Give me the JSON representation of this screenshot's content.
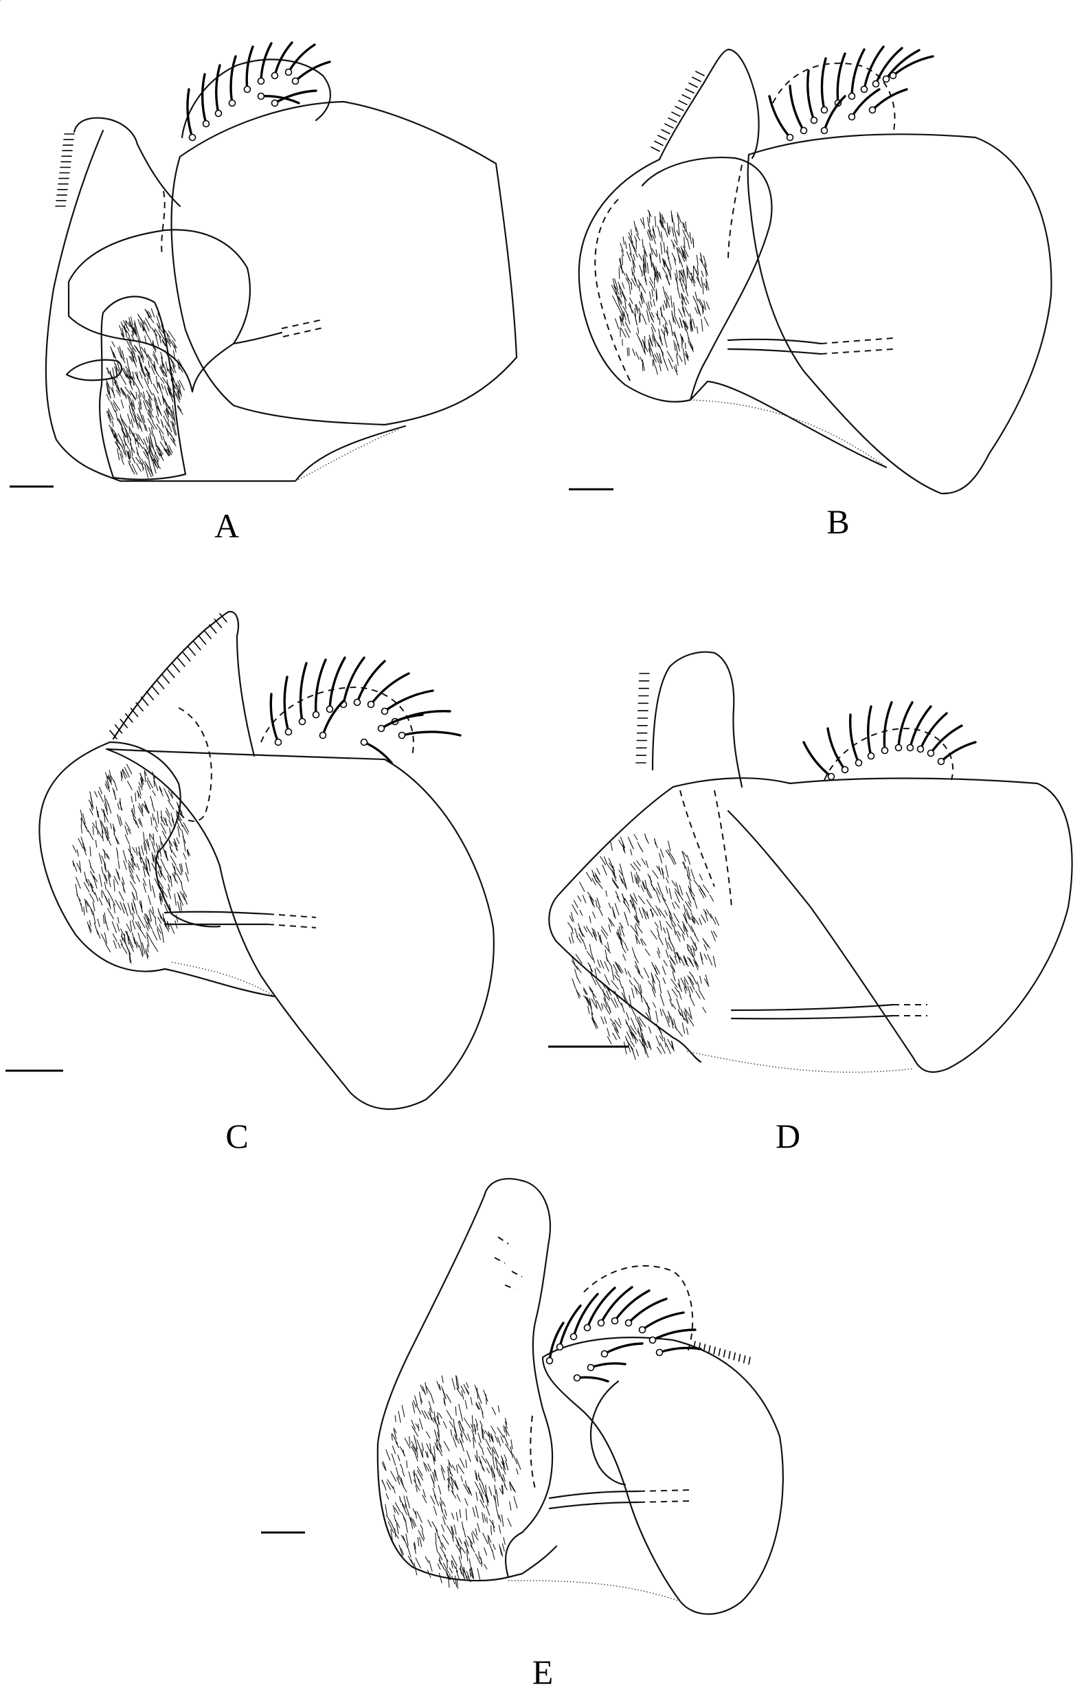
{
  "figure": {
    "panels": [
      {
        "id": "A",
        "label": "A"
      },
      {
        "id": "B",
        "label": "B"
      },
      {
        "id": "C",
        "label": "C"
      },
      {
        "id": "D",
        "label": "D"
      },
      {
        "id": "E",
        "label": "E"
      }
    ]
  },
  "style": {
    "ink": "#000000",
    "background": "#ffffff"
  }
}
